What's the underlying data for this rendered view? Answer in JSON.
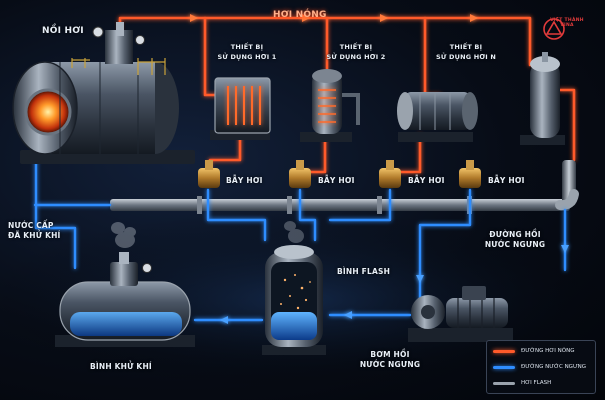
{
  "title": "HƠI NÓNG",
  "brand": {
    "name": "VIỆT THÀNH VINA",
    "accent": "#e23b3b"
  },
  "colors": {
    "steam": "#ff5a2a",
    "condensate": "#2f8dff",
    "flash": "#9aa3ad"
  },
  "components": {
    "boiler": "NỒI HƠI",
    "equipment_1": [
      "THIẾT BỊ",
      "SỬ DỤNG HƠI 1"
    ],
    "equipment_2": [
      "THIẾT BỊ",
      "SỬ DỤNG HƠI 2"
    ],
    "equipment_n": [
      "THIẾT BỊ",
      "SỬ DỤNG HƠI N"
    ],
    "steam_traps": [
      "BẪY HƠI",
      "BẪY HƠI",
      "BẪY HƠI",
      "BẪY HƠI"
    ],
    "flash_tank": "BÌNH FLASH",
    "deaerator": "BÌNH KHỬ KHÍ",
    "feedwater": [
      "NƯỚC CẤP",
      "ĐÃ KHỬ KHÍ"
    ],
    "condensate_return_line": [
      "ĐƯỜNG HỒI",
      "NƯỚC NGƯNG"
    ],
    "condensate_pump": [
      "BƠM HỒI",
      "NƯỚC NGƯNG"
    ]
  },
  "legend": [
    {
      "label": "ĐƯỜNG HƠI NÓNG",
      "color": "#ff5a2a"
    },
    {
      "label": "ĐƯỜNG NƯỚC NGƯNG",
      "color": "#2f8dff"
    },
    {
      "label": "HƠI FLASH",
      "color": "#9aa3ad"
    }
  ]
}
